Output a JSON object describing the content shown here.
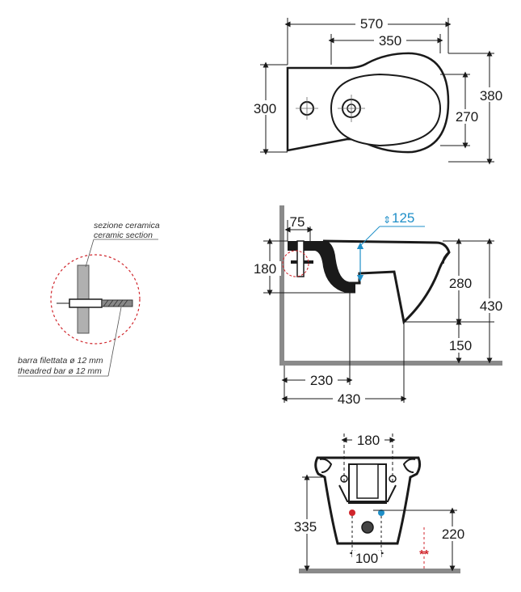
{
  "top_view": {
    "w_total": "570",
    "w_inner": "350",
    "h_total": "380",
    "h_left": "300",
    "h_bowl": "270"
  },
  "side_view": {
    "offset": "75",
    "height": "180",
    "adjust": "125",
    "bowl_h": "280",
    "total_h": "430",
    "floor_h": "150",
    "depth_a": "230",
    "depth_b": "430"
  },
  "front_view": {
    "width": "180",
    "height": "335",
    "outlet_h": "220",
    "spacing": "100",
    "marker": "**"
  },
  "detail": {
    "section_it": "sezione ceramica",
    "section_en": "ceramic section",
    "bar_it": "barra filettata ø 12 mm",
    "bar_en": "theadred bar ø 12 mm"
  },
  "colors": {
    "line": "#1a1a1a",
    "accent": "#1f8fc8",
    "warning": "#d0262c",
    "detail_circle": "#d0262c"
  }
}
